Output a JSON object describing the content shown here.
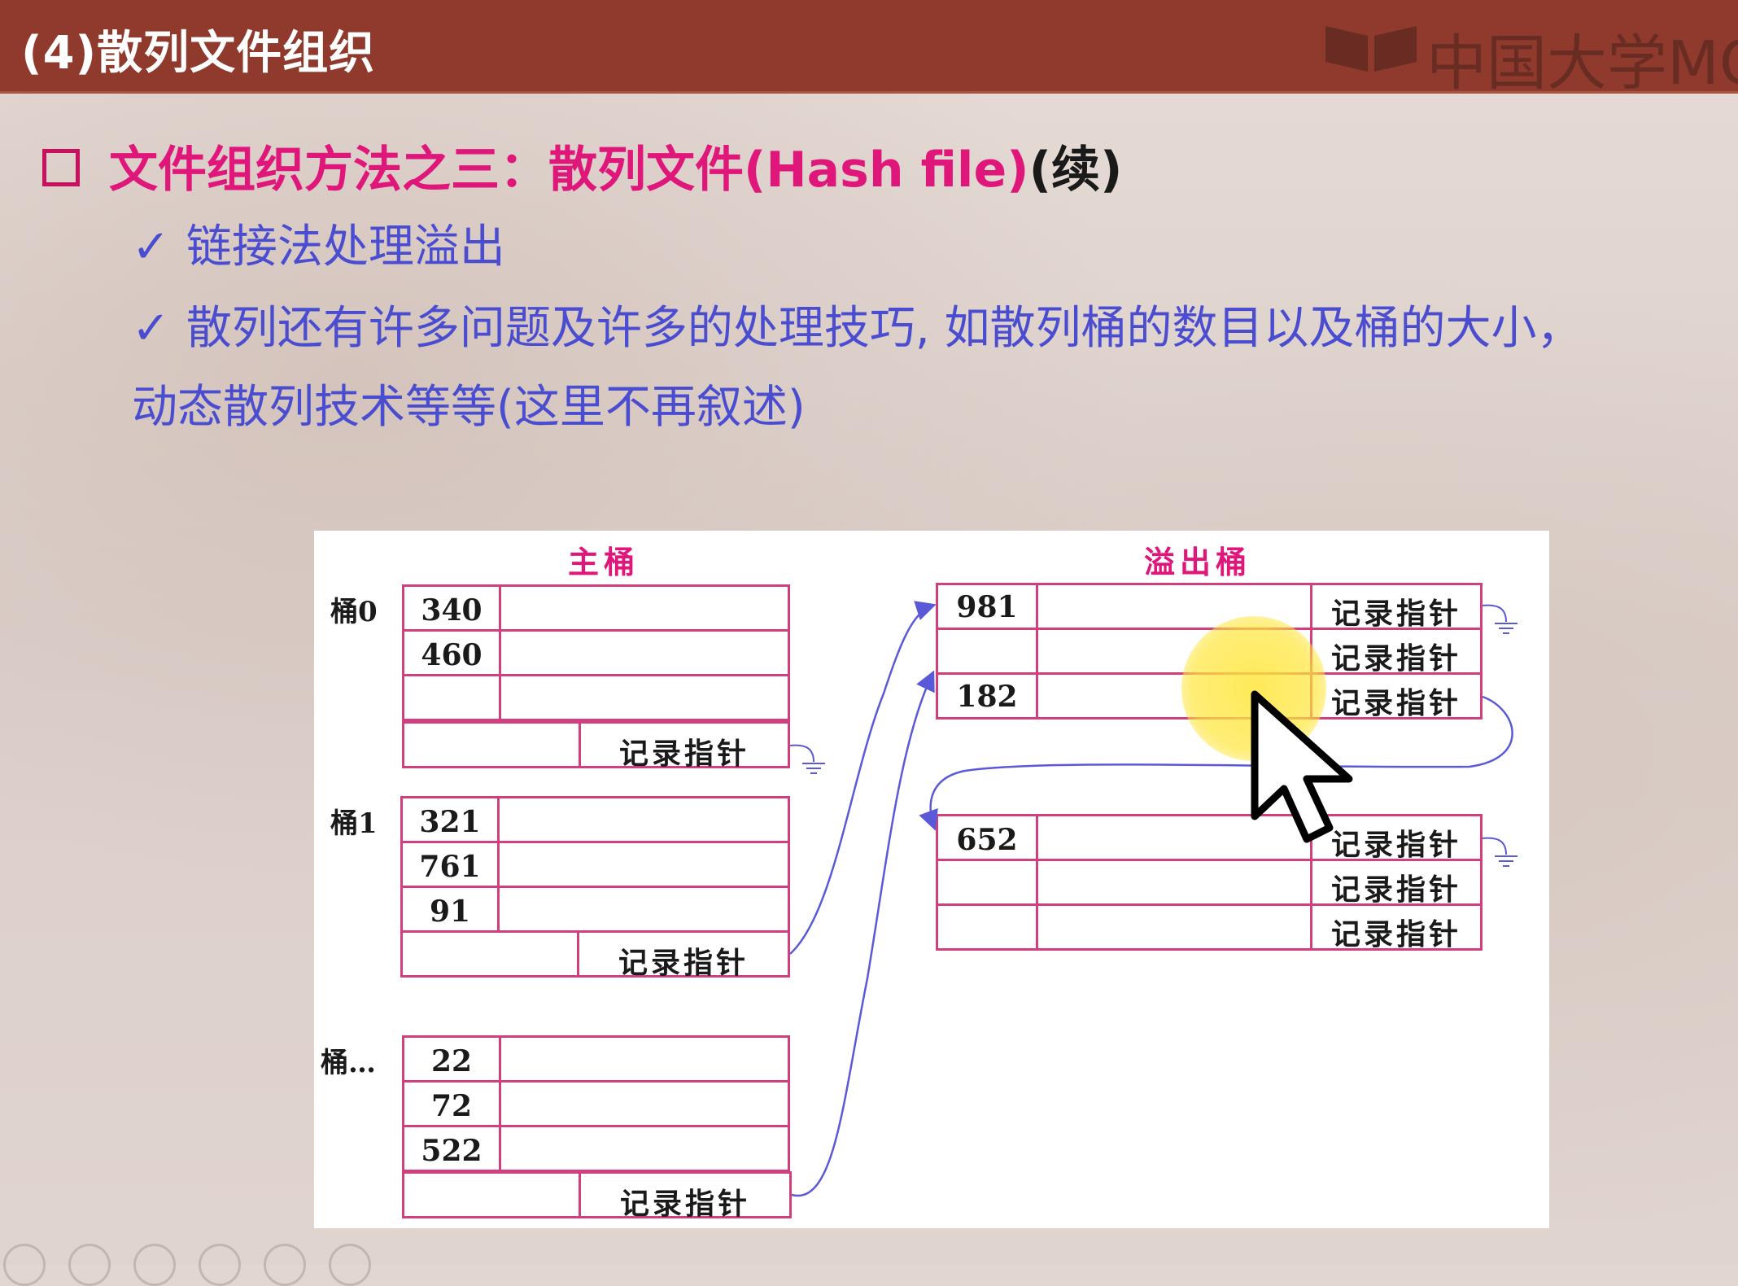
{
  "slide": {
    "title": "(4)散列文件组织",
    "logo_text": "中国大学MO"
  },
  "content": {
    "heading_main": "文件组织方法之三：散列文件(Hash file)",
    "heading_cont": "(续)",
    "bullets": [
      {
        "tick": "✓",
        "text": "链接法处理溢出"
      },
      {
        "tick": "✓",
        "text": "散列还有许多问题及许多的处理技巧, 如散列桶的数目以及桶的大小，"
      }
    ],
    "bullet_continuation": "动态散列技术等等(这里不再叙述)"
  },
  "diagram": {
    "main_label": "主桶",
    "overflow_label": "溢出桶",
    "pointer_label": "记录指针",
    "buckets": [
      {
        "label": "桶0",
        "keys": [
          "340",
          "460",
          ""
        ]
      },
      {
        "label": "桶1",
        "keys": [
          "321",
          "761",
          "91"
        ]
      },
      {
        "label": "桶…",
        "keys": [
          "22",
          "72",
          "522"
        ]
      }
    ],
    "overflow_blocks": [
      {
        "keys": [
          "981",
          "",
          "182"
        ]
      },
      {
        "keys": [
          "652",
          "",
          ""
        ]
      }
    ]
  },
  "colors": {
    "titlebar": "#8f3a2c",
    "heading": "#e0177a",
    "bullet_text": "#4a4dd0",
    "cell_border": "#d23f7e",
    "arrow": "#5a5ad8"
  }
}
